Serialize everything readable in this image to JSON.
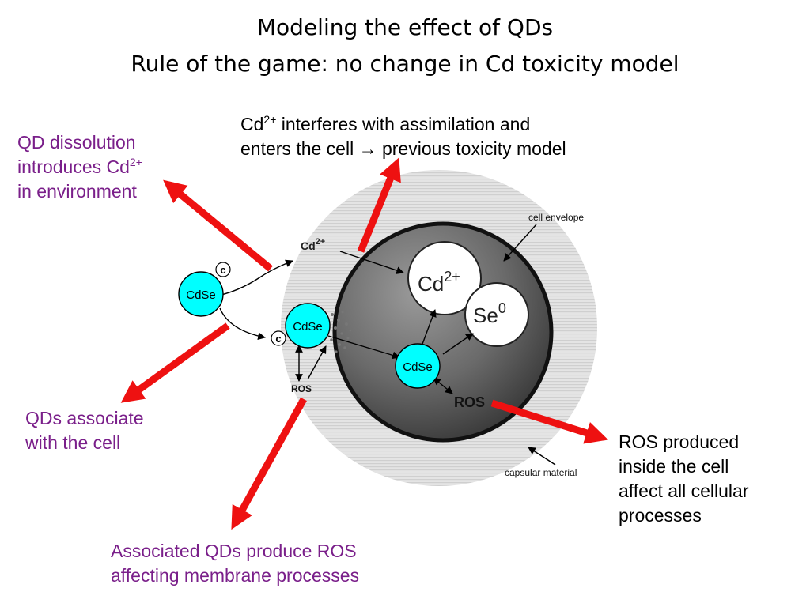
{
  "title": {
    "line1": "Modeling the effect of QDs",
    "line2": "Rule of the game: no change in Cd toxicity model"
  },
  "notes": {
    "cd_assimilation": {
      "prefix": "Cd",
      "superscript": "2+",
      "rest": " interferes with assimilation and",
      "line2": "enters the cell → previous toxicity model"
    },
    "dissolution": {
      "line1": "QD dissolution",
      "line2_prefix": "introduces Cd",
      "superscript": "2+",
      "line3": "in environment"
    },
    "associate": {
      "line1": "QDs associate",
      "line2": "with the cell"
    },
    "ros_inside": {
      "line1": "ROS produced",
      "line2": "inside the cell",
      "line3": "affect all cellular",
      "line4": "processes"
    },
    "ros_membrane": {
      "line1": "Associated QDs produce ROS",
      "line2": "affecting membrane processes"
    }
  },
  "diagram": {
    "cell_envelope": "cell envelope",
    "capsular_material": "capsular material",
    "cd_outside": "Cd",
    "cd_outside_sup": "2+",
    "cd_inside": "Cd",
    "cd_inside_sup": "2+",
    "se_inside": "Se",
    "se_inside_sup": "0",
    "ros_inside": "ROS",
    "ros_outside": "ROS",
    "c_label": "c",
    "cdse_free": "CdSe",
    "cdse_surface": "CdSe",
    "cdse_inside": "CdSe"
  },
  "colors": {
    "arrow_red": "#ee1111",
    "qd_cyan": "#00ffff",
    "text_purple": "#7a1f8a"
  }
}
